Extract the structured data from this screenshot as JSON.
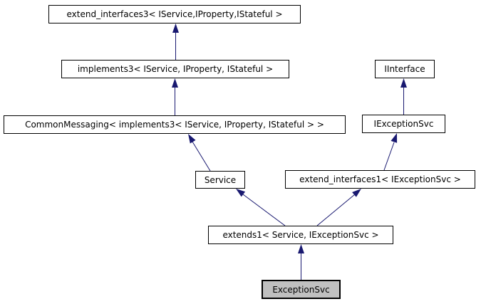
{
  "diagram": {
    "kind": "class-inheritance-graph",
    "colors": {
      "background": "#ffffff",
      "node_border": "#000000",
      "node_fill": "#ffffff",
      "highlighted_node_fill": "#c0c0c0",
      "edge": "#191970",
      "text": "#000000"
    },
    "nodes": [
      {
        "id": "extend_interfaces3",
        "label": "extend_interfaces3< IService,IProperty,IStateful >",
        "highlighted": false
      },
      {
        "id": "implements3",
        "label": "implements3< IService, IProperty, IStateful >",
        "highlighted": false
      },
      {
        "id": "CommonMessaging",
        "label": "CommonMessaging< implements3< IService, IProperty, IStateful > >",
        "highlighted": false
      },
      {
        "id": "IInterface",
        "label": "IInterface",
        "highlighted": false
      },
      {
        "id": "IExceptionSvc",
        "label": "IExceptionSvc",
        "highlighted": false
      },
      {
        "id": "Service",
        "label": "Service",
        "highlighted": false
      },
      {
        "id": "extend_interfaces1",
        "label": "extend_interfaces1< IExceptionSvc >",
        "highlighted": false
      },
      {
        "id": "extends1",
        "label": "extends1< Service, IExceptionSvc >",
        "highlighted": false
      },
      {
        "id": "ExceptionSvc",
        "label": "ExceptionSvc",
        "highlighted": true
      }
    ],
    "edges": [
      {
        "from": "implements3",
        "to": "extend_interfaces3"
      },
      {
        "from": "CommonMessaging",
        "to": "implements3"
      },
      {
        "from": "Service",
        "to": "CommonMessaging"
      },
      {
        "from": "IExceptionSvc",
        "to": "IInterface"
      },
      {
        "from": "extend_interfaces1",
        "to": "IExceptionSvc"
      },
      {
        "from": "extends1",
        "to": "Service"
      },
      {
        "from": "extends1",
        "to": "extend_interfaces1"
      },
      {
        "from": "ExceptionSvc",
        "to": "extends1"
      }
    ]
  }
}
